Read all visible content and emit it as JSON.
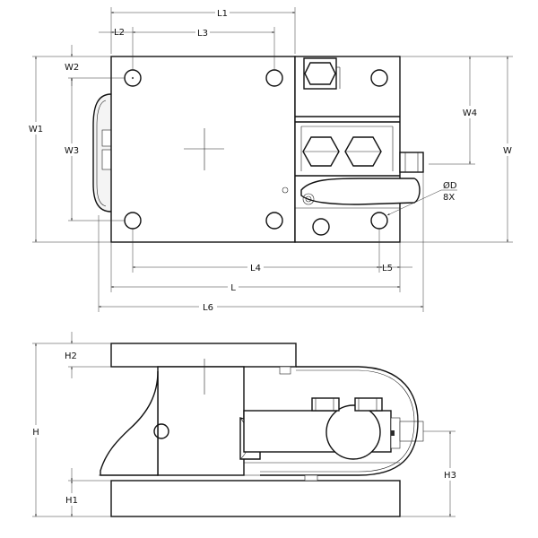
{
  "top_view": {
    "dims": {
      "L1": "L1",
      "L2": "L2",
      "L3": "L3",
      "L4": "L4",
      "L5": "L5",
      "L": "L",
      "L6": "L6",
      "W": "W",
      "W1": "W1",
      "W2": "W2",
      "W3": "W3",
      "W4": "W4",
      "hole_dia": "ØD",
      "hole_count": "8X"
    }
  },
  "side_view": {
    "dims": {
      "H": "H",
      "H1": "H1",
      "H2": "H2",
      "H3": "H3"
    }
  }
}
